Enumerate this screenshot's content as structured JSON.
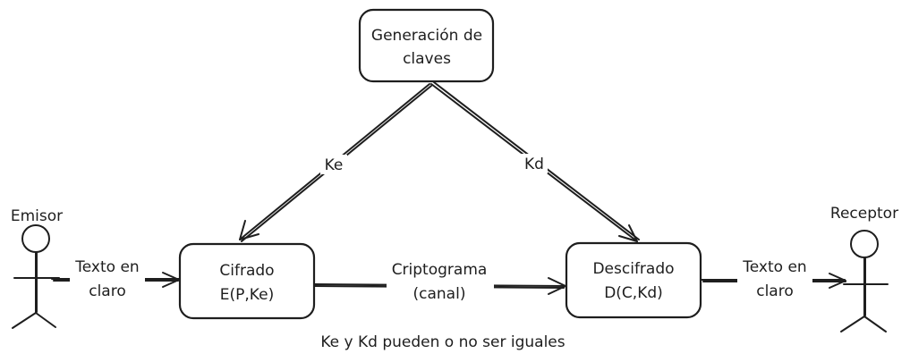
{
  "nodes": {
    "keygen": {
      "line1": "Generación de",
      "line2": "claves"
    },
    "cifrado": {
      "line1": "Cifrado",
      "line2": "E(P,Ke)"
    },
    "descifrado": {
      "line1": "Descifrado",
      "line2": "D(C,Kd)"
    }
  },
  "actors": {
    "emisor": {
      "label": "Emisor"
    },
    "receptor": {
      "label": "Receptor"
    }
  },
  "edges": {
    "ke": {
      "label": "Ke"
    },
    "kd": {
      "label": "Kd"
    },
    "texto_in": {
      "line1": "Texto en",
      "line2": "claro"
    },
    "cripto": {
      "line1": "Criptograma",
      "line2": "(canal)"
    },
    "texto_out": {
      "line1": "Texto en",
      "line2": "claro"
    }
  },
  "note": "Ke y Kd pueden o no ser iguales",
  "colors": {
    "stroke": "#1e1e1e",
    "background": "#ffffff"
  }
}
